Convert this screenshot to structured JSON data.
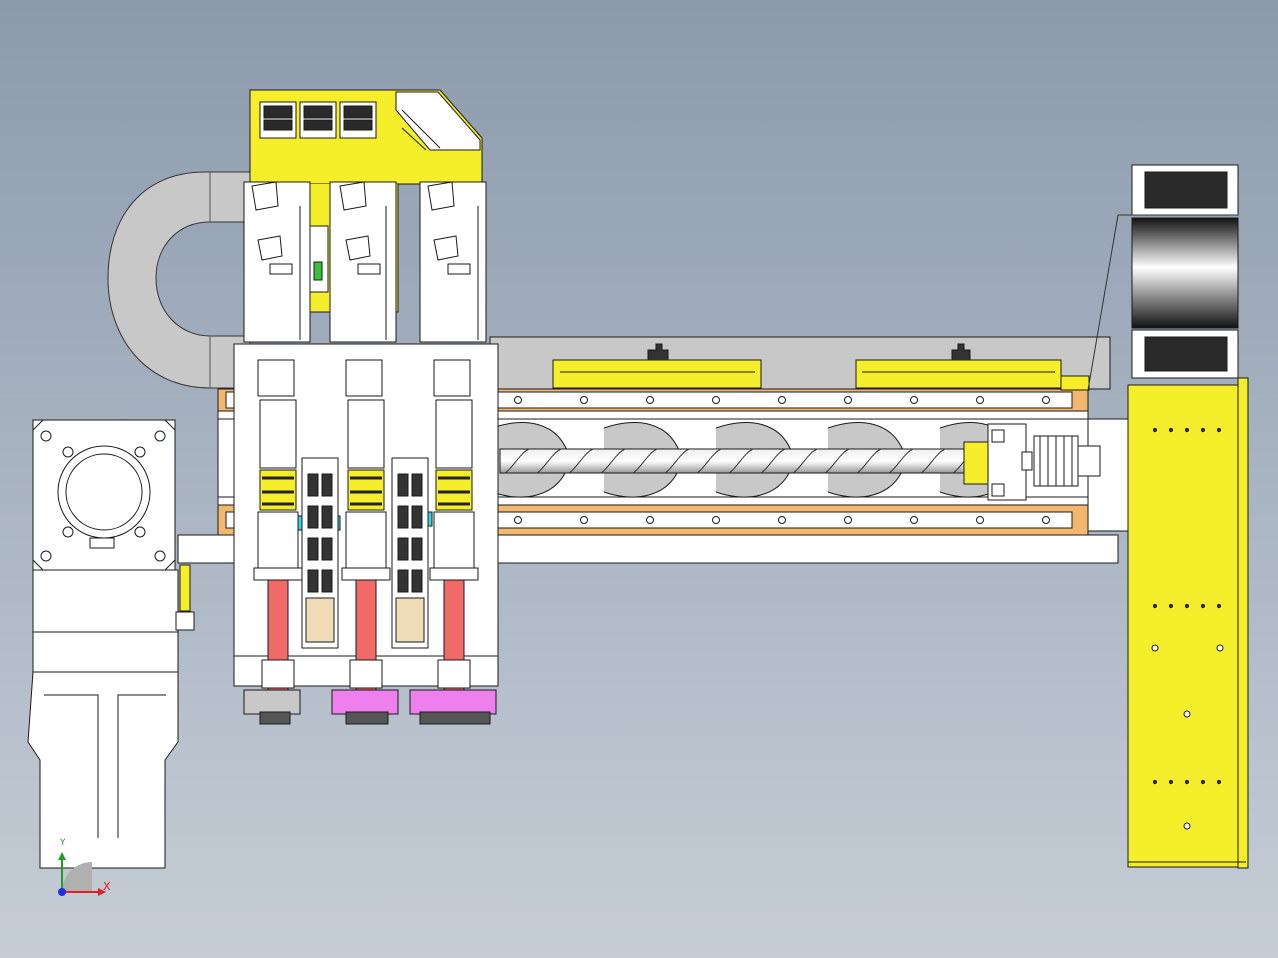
{
  "viewport": {
    "type": "CAD assembly drawing",
    "background": [
      "#8c9aac",
      "#c6cdd6"
    ]
  },
  "triad": {
    "x_label": "X",
    "y_label": "Y",
    "x_color": "#e02020",
    "y_color": "#20a020",
    "z_color": "#2030e0"
  },
  "colors": {
    "yellow": "#f5ee2a",
    "white": "#ffffff",
    "outline": "#1a1a1a",
    "grey": "#c8c8c8",
    "orange_strip": "#f2b870",
    "red_cylinder": "#f06a6a",
    "cyan": "#35d5e8",
    "magenta": "#ee80ee",
    "tan": "#f0dcb8",
    "green": "#38c038",
    "dark_panel": "#2a2a2a"
  },
  "parts": {
    "temperature_controllers": 3,
    "dispensing_heads": 3,
    "linear_rail_count": 2,
    "ball_screw_window_count": 5
  }
}
